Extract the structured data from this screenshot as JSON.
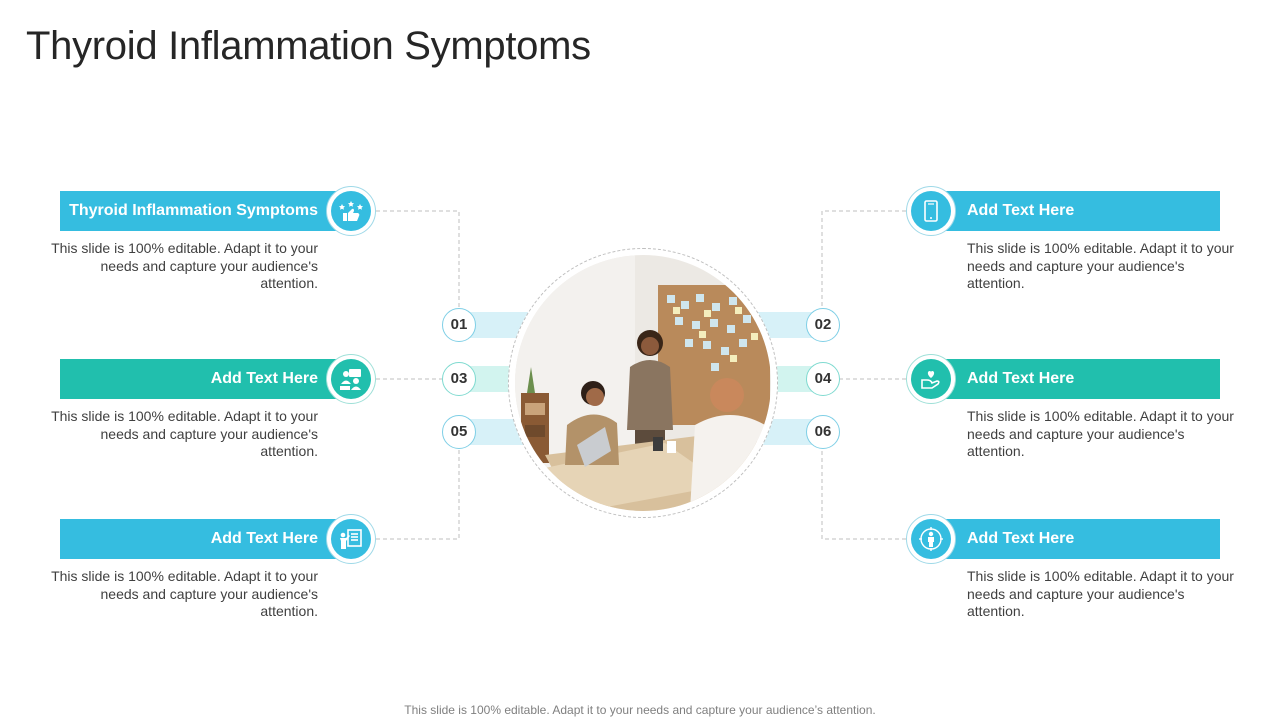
{
  "title": "Thyroid Inflammation Symptoms",
  "footer": "This slide is 100% editable. Adapt it to your needs and capture your audience’s attention.",
  "colors": {
    "blue": "#35bde0",
    "teal": "#21bfad"
  },
  "items": [
    {
      "number": "01",
      "label": "Thyroid Inflammation  Symptoms",
      "description": "This slide is 100% editable.  Adapt it to your needs and capture your audience's attention.",
      "icon": "rating-thumbs-up-icon",
      "color": "blue"
    },
    {
      "number": "02",
      "label": "Add Text Here",
      "description": "This slide is 100% editable.  Adapt it to your needs and capture your audience's attention.",
      "icon": "mobile-phone-icon",
      "color": "blue"
    },
    {
      "number": "03",
      "label": "Add Text Here",
      "description": "This slide is 100% editable.  Adapt it to your needs and capture your audience's attention.",
      "icon": "team-meeting-icon",
      "color": "teal"
    },
    {
      "number": "04",
      "label": "Add Text Here",
      "description": "This slide is 100% editable.  Adapt it to your needs and capture your audience's attention.",
      "icon": "hand-heart-icon",
      "color": "teal"
    },
    {
      "number": "05",
      "label": "Add Text Here",
      "description": "This slide is 100% editable.  Adapt it to your needs and capture your audience's attention.",
      "icon": "presentation-board-icon",
      "color": "blue"
    },
    {
      "number": "06",
      "label": "Add Text Here",
      "description": "This slide is 100% editable.  Adapt it to your needs and capture your audience's attention.",
      "icon": "person-target-icon",
      "color": "blue"
    }
  ]
}
